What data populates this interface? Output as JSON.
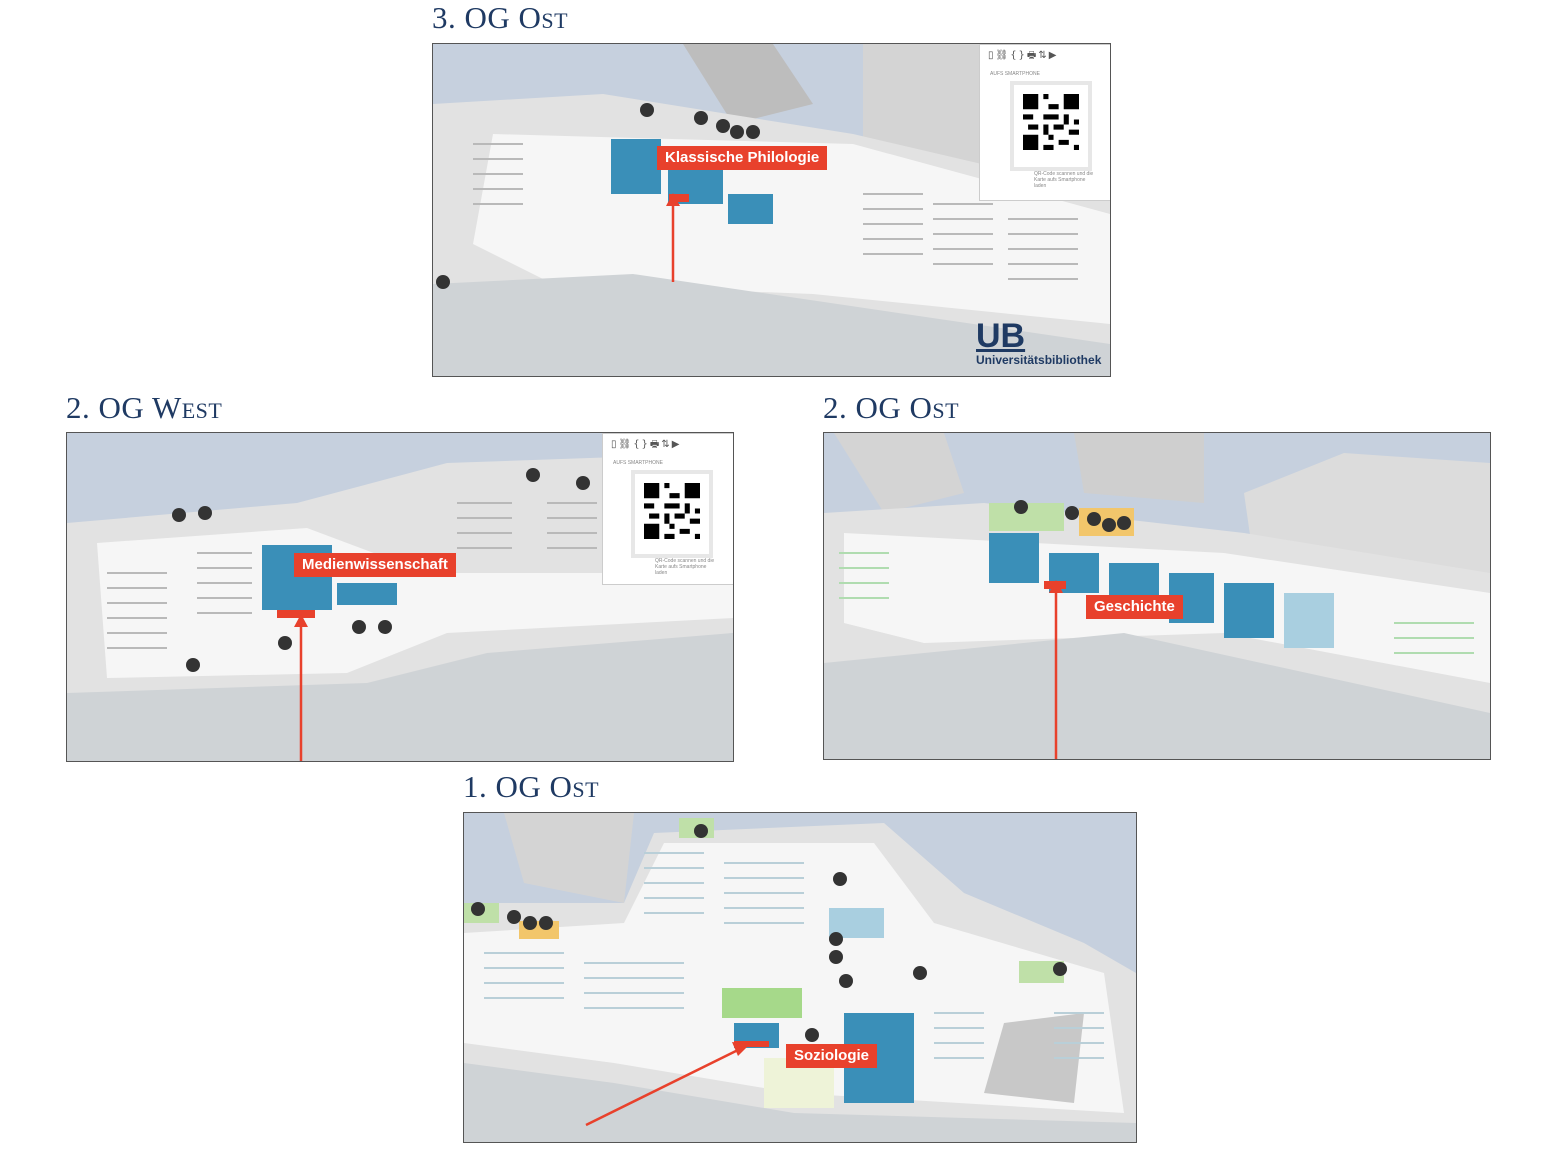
{
  "floors": [
    {
      "title": "3. OG Ost",
      "section_label": "Klassische Philologie"
    },
    {
      "title": "2. OG West",
      "section_label": "Medienwissenschaft"
    },
    {
      "title": "2. OG Ost",
      "section_label": "Geschichte"
    },
    {
      "title": "1. OG Ost",
      "section_label": "Soziologie"
    }
  ],
  "logo": {
    "mark": "UB",
    "subtitle": "Universitätsbibliothek"
  },
  "qr_widget": {
    "toolbar": "▯⛓{}🖶⇅▶",
    "caption": "AUFS SMARTPHONE",
    "hint": "QR-Code scannen und die Karte aufs Smartphone laden"
  },
  "colors": {
    "title": "#1f3a63",
    "highlight": "#e8412c",
    "shelf_blue": "#3a8fb8",
    "sky": "#c6d0de",
    "floor": "#f4f4f4",
    "wall": "#d9d9d9",
    "green": "#bfe0a8",
    "yellow": "#f2c66b"
  }
}
